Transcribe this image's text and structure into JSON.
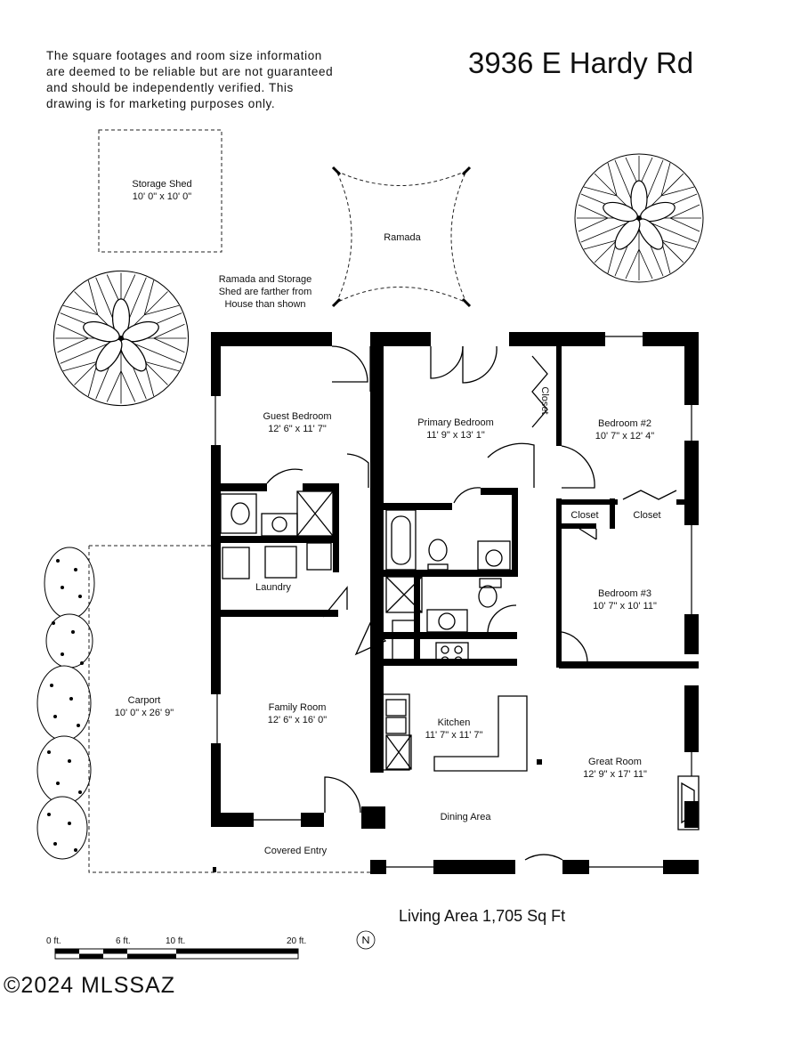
{
  "disclaimer": {
    "line1": "The square footages and room size information",
    "line2": "are deemed to be reliable but are not guaranteed",
    "line3": "and should be independently verified. This",
    "line4": "drawing is for marketing purposes only."
  },
  "address": "3936 E Hardy Rd",
  "living_area": "Living Area 1,705 Sq Ft",
  "copyright": "©2024 MLSSAZ",
  "note": {
    "line1": "Ramada and Storage",
    "line2": "Shed are farther from",
    "line3": "House than shown"
  },
  "rooms": {
    "storage_shed": {
      "name": "Storage Shed",
      "size": "10' 0\" x 10' 0\""
    },
    "ramada": {
      "name": "Ramada"
    },
    "guest_bedroom": {
      "name": "Guest Bedroom",
      "size": "12' 6\" x 11' 7\""
    },
    "primary_bedroom": {
      "name": "Primary Bedroom",
      "size": "11' 9\" x 13' 1\""
    },
    "bedroom2": {
      "name": "Bedroom #2",
      "size": "10' 7\" x 12' 4\""
    },
    "bedroom3": {
      "name": "Bedroom #3",
      "size": "10' 7\" x 10' 11\""
    },
    "closet_primary": {
      "name": "Closet"
    },
    "closet_left": {
      "name": "Closet"
    },
    "closet_right": {
      "name": "Closet"
    },
    "laundry": {
      "name": "Laundry"
    },
    "carport": {
      "name": "Carport",
      "size": "10' 0\" x 26' 9\""
    },
    "family_room": {
      "name": "Family Room",
      "size": "12' 6\" x 16' 0\""
    },
    "kitchen": {
      "name": "Kitchen",
      "size": "11' 7\" x 11' 7\""
    },
    "great_room": {
      "name": "Great Room",
      "size": "12' 9\" x 17' 11\""
    },
    "dining_area": {
      "name": "Dining Area"
    },
    "covered_entry": {
      "name": "Covered Entry"
    }
  },
  "scale": {
    "ticks": [
      "0 ft.",
      "6 ft.",
      "10 ft.",
      "20 ft."
    ]
  },
  "colors": {
    "wall": "#000000",
    "background": "#ffffff"
  }
}
